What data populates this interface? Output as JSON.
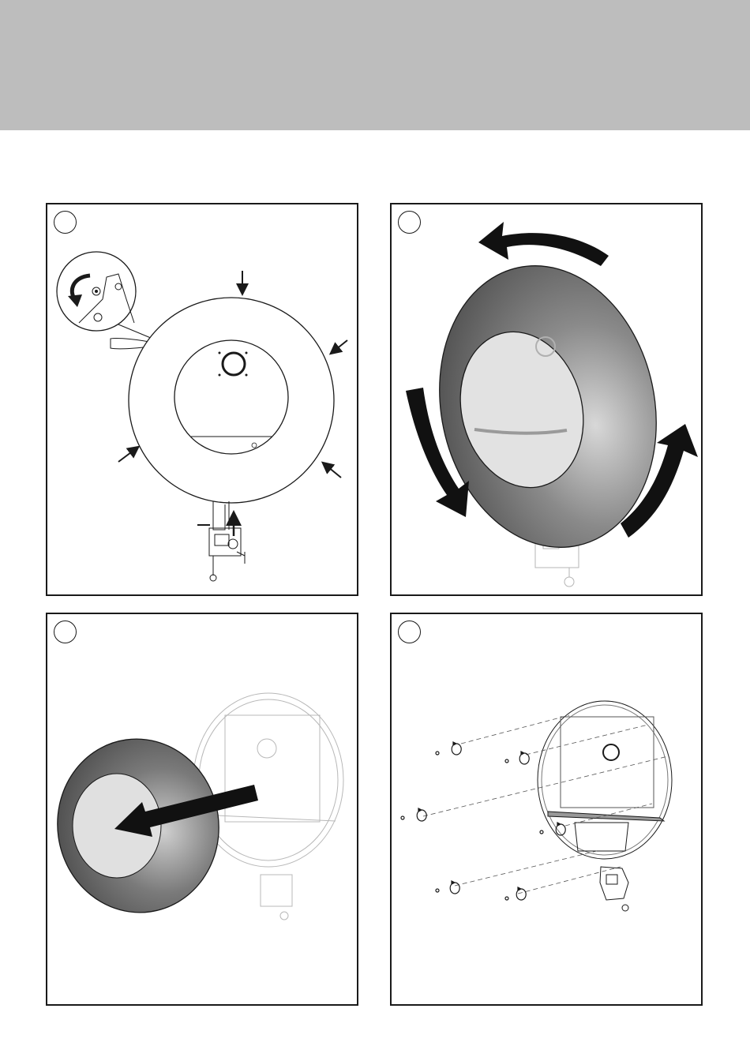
{
  "page": {
    "header_color": "#bdbdbd",
    "ink_color": "#1a1a1a",
    "shell_color": "#5a5a5a"
  },
  "steps": [
    {
      "illustration": "remove-screws-and-release-surround"
    },
    {
      "illustration": "rotate-surround-to-unlock"
    },
    {
      "illustration": "pull-surround-forward-off"
    },
    {
      "illustration": "unscrew-mounting-screws"
    }
  ],
  "icons": [
    "rotate-arrow-icon",
    "push-arrow-icon",
    "screw-icon",
    "screwdriver-icon"
  ]
}
